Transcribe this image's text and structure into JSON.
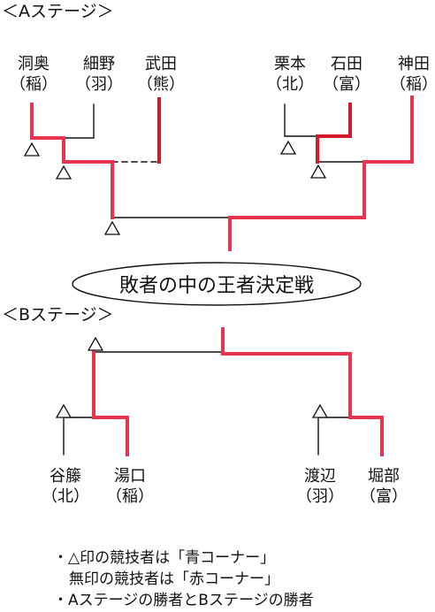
{
  "stage_a": {
    "title": "＜Aステージ＞"
  },
  "stage_b": {
    "title": "＜Bステージ＞"
  },
  "final": {
    "label": "敗者の中の王者決定戦"
  },
  "competitors_a": [
    {
      "name": "洞奥",
      "affiliation": "（稲）"
    },
    {
      "name": "細野",
      "affiliation": "（羽）"
    },
    {
      "name": "武田",
      "affiliation": "（熊）"
    },
    {
      "name": "栗本",
      "affiliation": "（北）"
    },
    {
      "name": "石田",
      "affiliation": "（富）"
    },
    {
      "name": "神田",
      "affiliation": "（稲）"
    }
  ],
  "competitors_b": [
    {
      "name": "谷籐",
      "affiliation": "（北）"
    },
    {
      "name": "湯口",
      "affiliation": "（稲）"
    },
    {
      "name": "渡辺",
      "affiliation": "（羽）"
    },
    {
      "name": "堀部",
      "affiliation": "（富）"
    }
  ],
  "notes": {
    "line1": "・△印の競技者は「青コーナー」",
    "line2": "無印の競技者は「赤コーナー」",
    "line3": "・Aステージの勝者とBステージの勝者"
  },
  "colors": {
    "winner_line": "#e8344e",
    "winner_line_dark": "#d11a2a",
    "loser_line": "#111111"
  },
  "icons": {
    "corner_marker": "triangle-outline"
  }
}
